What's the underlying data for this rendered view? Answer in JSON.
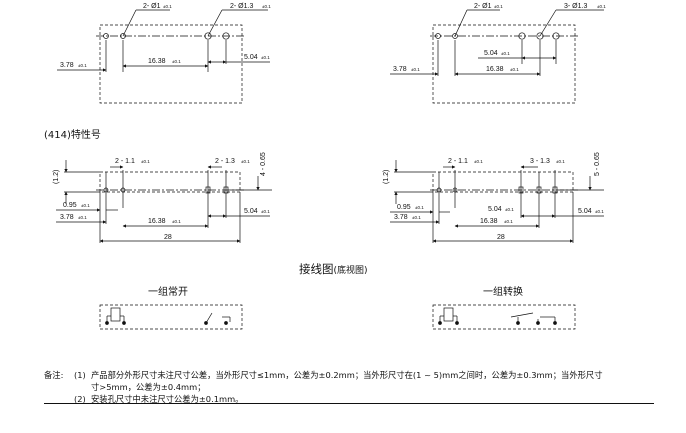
{
  "section_heading": "(414)特性号",
  "wiring": {
    "title": "接线图",
    "subtitle": "(底视图)",
    "left_caption": "一组常开",
    "right_caption": "一组转换"
  },
  "notes": {
    "prefix": "备注:",
    "items": [
      {
        "num": "(1)",
        "text": "产品部分外形尺寸未注尺寸公差，当外形尺寸≤1mm，公差为±0.2mm；当外形尺寸在(1 ~ 5)mm之间时，公差为±0.3mm；当外形尺寸",
        "cont": "寸>5mm，公差为±0.4mm；"
      },
      {
        "num": "(2)",
        "text": "安装孔尺寸中未注尺寸公差为±0.1mm。",
        "cont": ""
      }
    ]
  },
  "dims": {
    "tl": {
      "pin_a": "2- Ø1",
      "pin_b": "2- Ø1.3",
      "d1": "3.78",
      "d2": "16.38",
      "d3": "5.04",
      "tol": "±0.1"
    },
    "tr": {
      "pin_a": "2- Ø1",
      "pin_b": "3- Ø1.3",
      "d1": "3.78",
      "d2": "16.38",
      "d3": "5.04",
      "tol": "±0.1"
    },
    "bl": {
      "pin_a": "2 - 1.1",
      "pin_b": "2 - 1.3",
      "d0": "0.95",
      "d1": "3.78",
      "d2": "16.38",
      "d3": "5.04",
      "width": "28",
      "height": "(1.2)",
      "vert": "4 - 0.65",
      "tol": "±0.1"
    },
    "br": {
      "pin_a": "2 - 1.1",
      "pin_b": "3 - 1.3",
      "d0": "0.95",
      "d1": "3.78",
      "d2": "16.38",
      "d3": "5.04",
      "width": "28",
      "height": "(1.2)",
      "vert": "5 - 0.65",
      "tol": "±0.1"
    }
  }
}
